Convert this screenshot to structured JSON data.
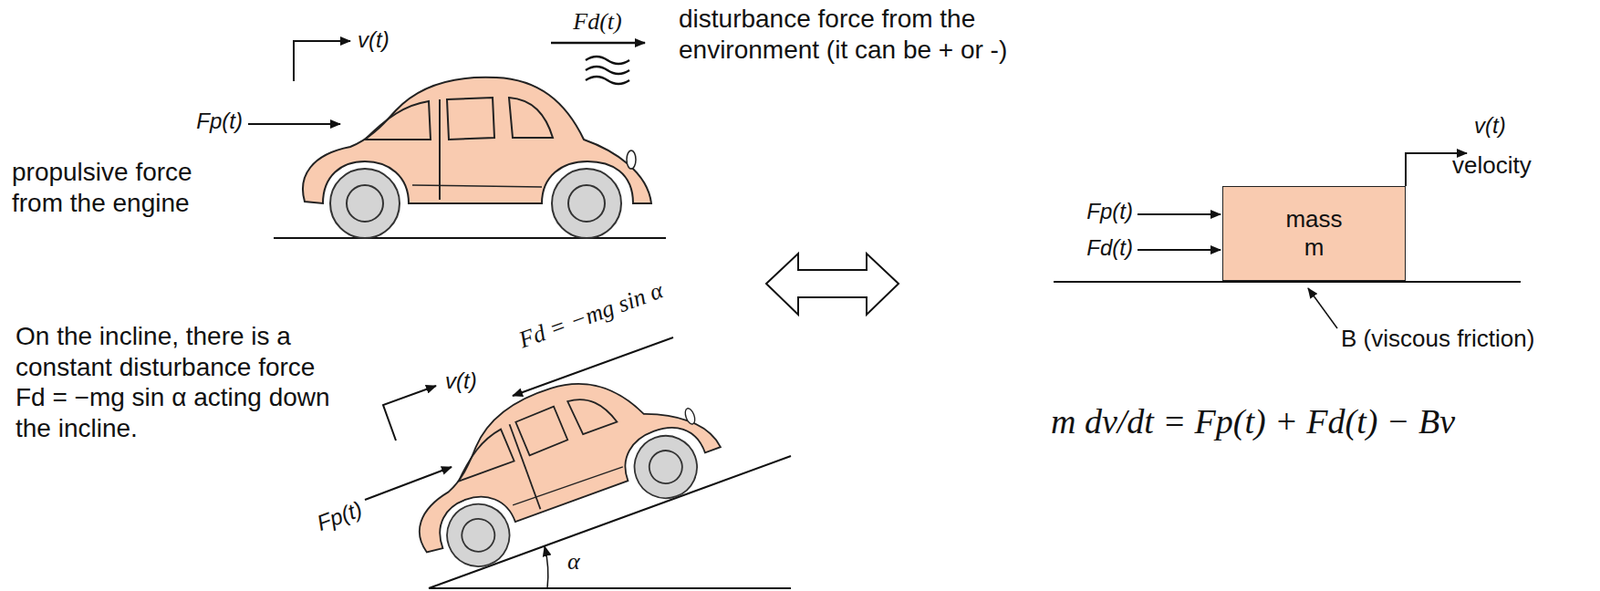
{
  "diagram": {
    "nodes": [
      {
        "text": [
          "mass m"
        ]
      }
    ],
    "labels": [
      "v(t)",
      "Fd(t)",
      "disturbance force from the environment (it can be + or -)",
      "Fp(t)",
      "propulsive force from the engine",
      "On the incline, there is a constant disturbance force Fd = −mg sin α acting down the incline.",
      "Fd = −mg sin α",
      "v(t)",
      "Fp(t)",
      "α",
      "v(t)",
      "velocity",
      "Fp(t)",
      "Fd(t)",
      "B (viscous friction)",
      "m dv/dt = Fp(t) + Fd(t) − Bv"
    ]
  }
}
